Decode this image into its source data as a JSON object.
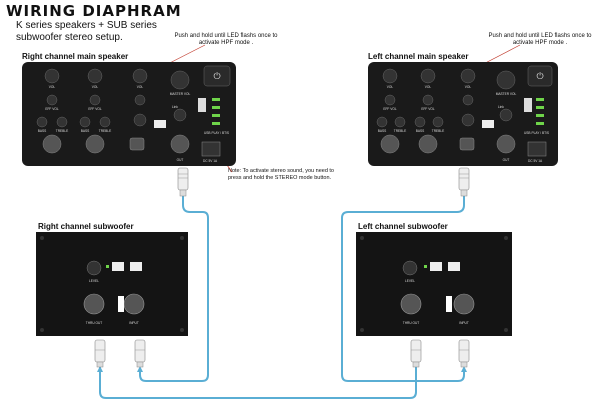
{
  "title": "WIRING DIAPHRAM",
  "subtitle": "K series speakers + SUB series subwoofer stereo setup.",
  "right_speaker": {
    "label": "Right channel main speaker",
    "hpf_note": "Push and hold until LED flashs once to activate HPF mode ."
  },
  "left_speaker": {
    "label": "Left channel main speaker",
    "hpf_note": "Push and hold until LED flashs once to activate HPF mode ."
  },
  "stereo_note": "Note: To activate stereo sound, you need to press and hold the STEREO mode button.",
  "right_sub": {
    "label": "Right channel subwoofer"
  },
  "left_sub": {
    "label": "Left channel subwoofer"
  },
  "amp_labels": {
    "vol": "VOL",
    "eff_vol": "EFF VOL",
    "bass": "BASS",
    "treble": "TREBLE",
    "master_vol": "MASTER VOL",
    "link": "Link",
    "out": "OUT",
    "usb": "USB PLAY / BT/S",
    "dc": "DC 5V 1A"
  },
  "sub_labels": {
    "level": "LEVEL",
    "thru_out": "THRU OUT",
    "input": "INPUT"
  },
  "colors": {
    "cable": "#5aaed4",
    "panel": "#1a1a1a",
    "led": "#6fd44a",
    "note_line": "#c0392b"
  }
}
